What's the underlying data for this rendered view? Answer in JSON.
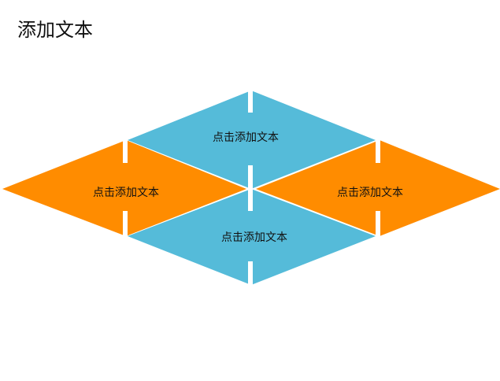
{
  "slide": {
    "title": "添加文本"
  },
  "diagram": {
    "colors": {
      "blue": "#55BBD9",
      "orange": "#FF8C00",
      "separator": "#FFFFFF"
    },
    "shapes": {
      "top": {
        "label": "点击添加文本",
        "color": "blue"
      },
      "left": {
        "label": "点击添加文本",
        "color": "orange"
      },
      "right": {
        "label": "点击添加文本",
        "color": "orange"
      },
      "bottom": {
        "label": "点击添加文本",
        "color": "blue"
      }
    }
  }
}
